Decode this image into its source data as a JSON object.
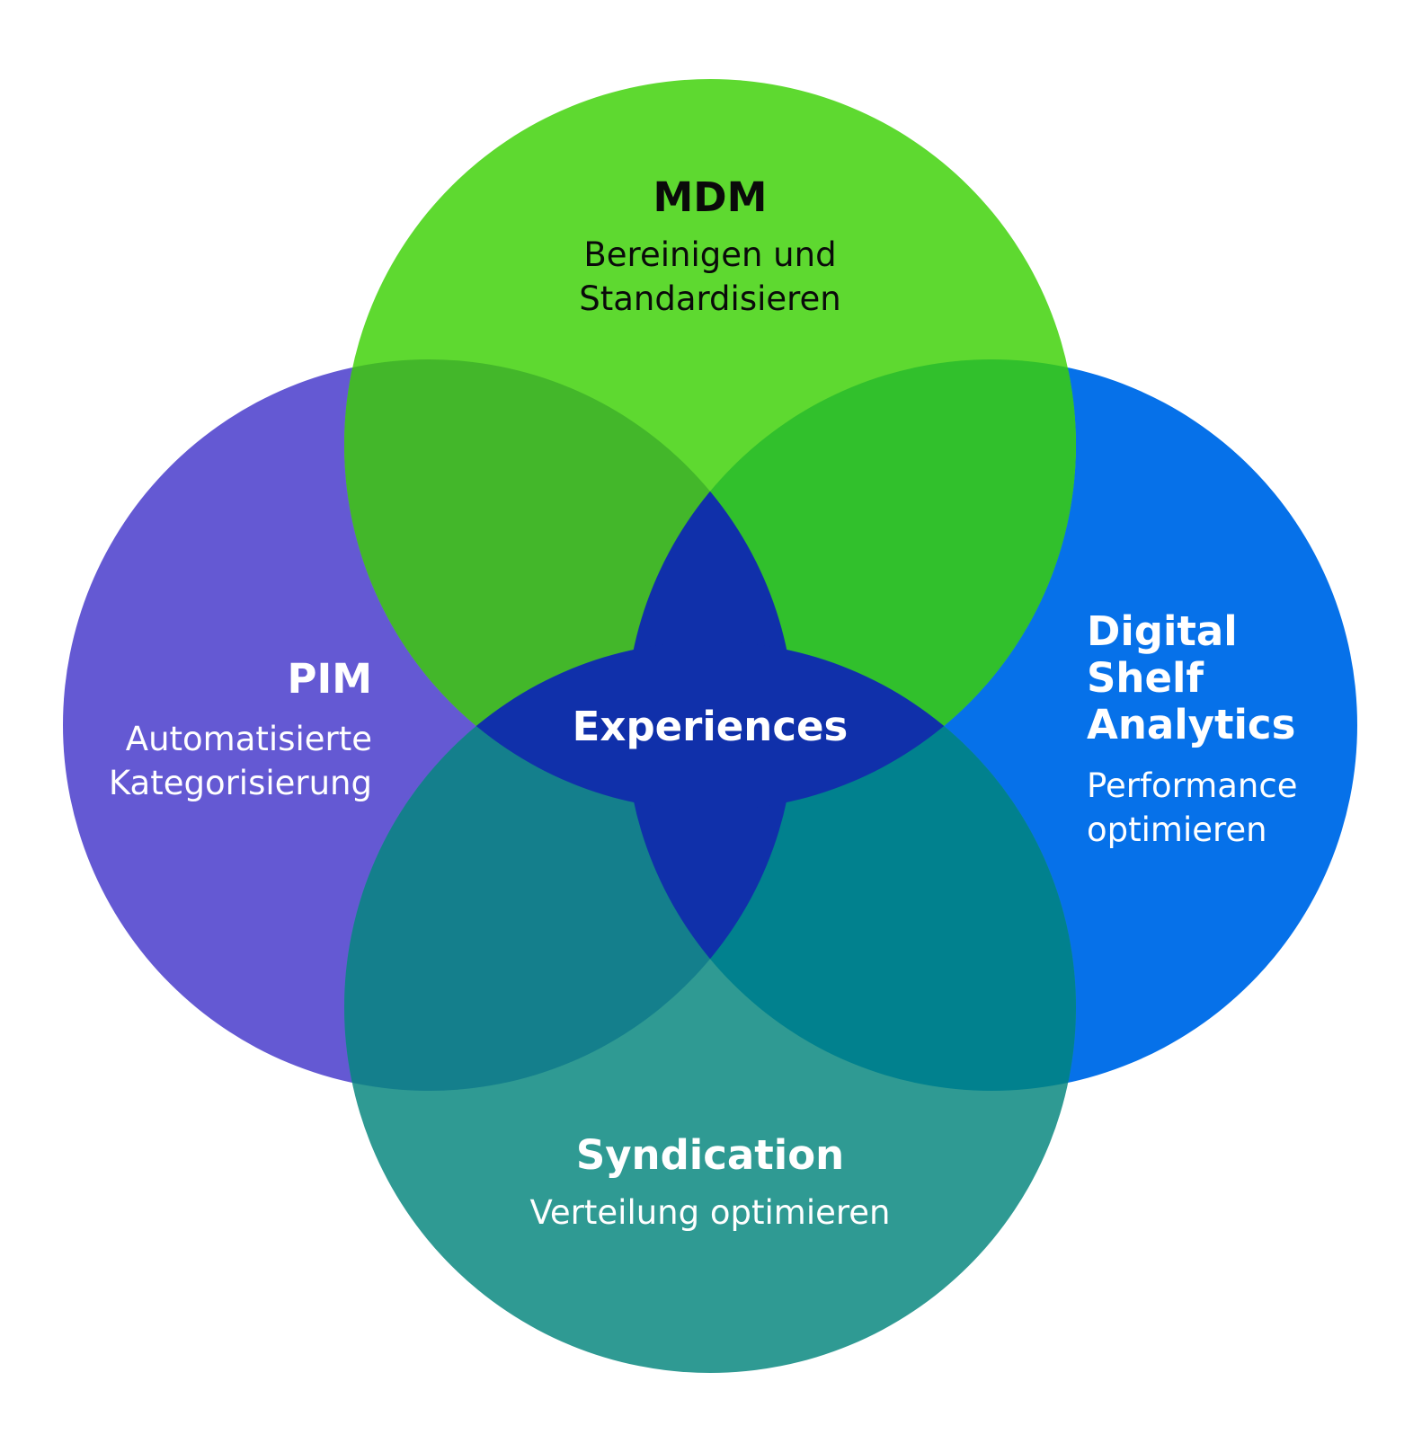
{
  "colors": {
    "pim": "#6459d3",
    "mdm": "#5ed930",
    "dsa": "#0671e9",
    "syn": "#2f9a93",
    "pim_mdm": "#43b72a",
    "mdm_dsa": "#31c02c",
    "pim_syn": "#147f8c",
    "dsa_syn": "#01818e",
    "center": "#1030aa",
    "text_dark": "#0a0a0a",
    "text_light": "#ffffff"
  },
  "circles": {
    "mdm": {
      "title": "MDM",
      "lines": [
        "Bereinigen und",
        "Standardisieren"
      ]
    },
    "pim": {
      "title": "PIM",
      "lines": [
        "Automatisierte",
        "Kategorisierung"
      ]
    },
    "dsa": {
      "title_lines": [
        "Digital",
        "Shelf",
        "Analytics"
      ],
      "lines": [
        "Performance",
        "optimieren"
      ]
    },
    "syndication": {
      "title": "Syndication",
      "lines": [
        "Verteilung optimieren"
      ]
    }
  },
  "center": {
    "label": "Experiences"
  }
}
